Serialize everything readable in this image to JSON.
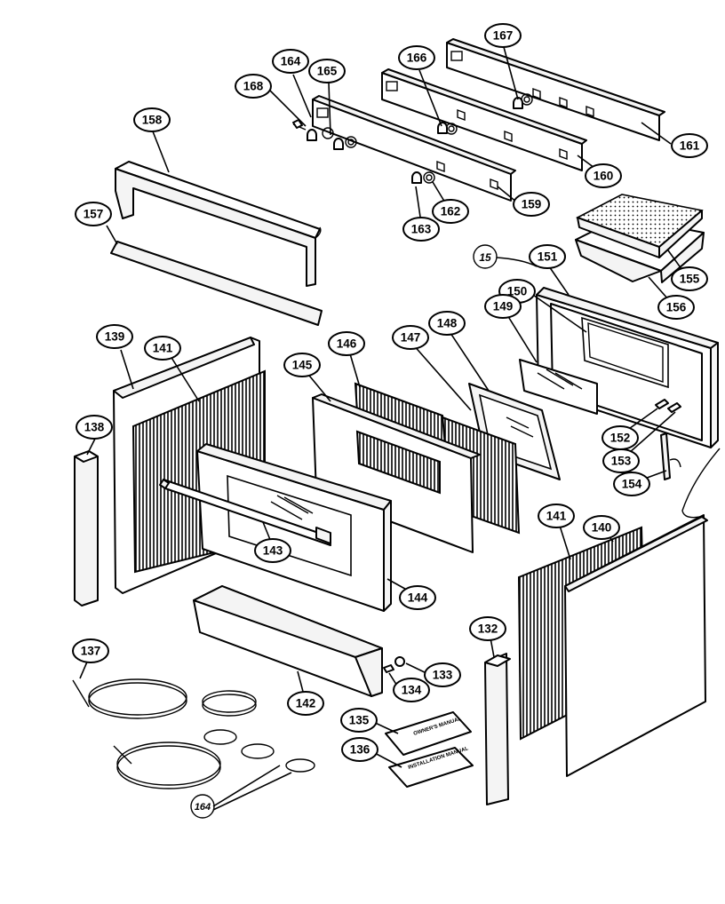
{
  "callouts": [
    {
      "id": "c167",
      "label": "167"
    },
    {
      "id": "c164",
      "label": "164"
    },
    {
      "id": "c168",
      "label": "168"
    },
    {
      "id": "c165",
      "label": "165"
    },
    {
      "id": "c166",
      "label": "166"
    },
    {
      "id": "c161",
      "label": "161"
    },
    {
      "id": "c160",
      "label": "160"
    },
    {
      "id": "c159",
      "label": "159"
    },
    {
      "id": "c162",
      "label": "162"
    },
    {
      "id": "c163",
      "label": "163"
    },
    {
      "id": "c158",
      "label": "158"
    },
    {
      "id": "c157",
      "label": "157"
    },
    {
      "id": "c151",
      "label": "151"
    },
    {
      "id": "c155",
      "label": "155"
    },
    {
      "id": "c156",
      "label": "156"
    },
    {
      "id": "c150",
      "label": "150"
    },
    {
      "id": "c149",
      "label": "149"
    },
    {
      "id": "c148",
      "label": "148"
    },
    {
      "id": "c147",
      "label": "147"
    },
    {
      "id": "c146",
      "label": "146"
    },
    {
      "id": "c145",
      "label": "145"
    },
    {
      "id": "c139",
      "label": "139"
    },
    {
      "id": "c141a",
      "label": "141"
    },
    {
      "id": "c138",
      "label": "138"
    },
    {
      "id": "c143",
      "label": "143"
    },
    {
      "id": "c144",
      "label": "144"
    },
    {
      "id": "c152",
      "label": "152"
    },
    {
      "id": "c153",
      "label": "153"
    },
    {
      "id": "c154",
      "label": "154"
    },
    {
      "id": "c141b",
      "label": "141"
    },
    {
      "id": "c140",
      "label": "140"
    },
    {
      "id": "c132",
      "label": "132"
    },
    {
      "id": "c133",
      "label": "133"
    },
    {
      "id": "c134",
      "label": "134"
    },
    {
      "id": "c137",
      "label": "137"
    },
    {
      "id": "c142",
      "label": "142"
    },
    {
      "id": "c135",
      "label": "135"
    },
    {
      "id": "c136",
      "label": "136"
    }
  ],
  "handwritten": {
    "hw1": "15",
    "hw2": "164"
  },
  "cards": {
    "card135": "OWNER'S MANUAL",
    "card136": "INSTALLATION MANUAL"
  }
}
